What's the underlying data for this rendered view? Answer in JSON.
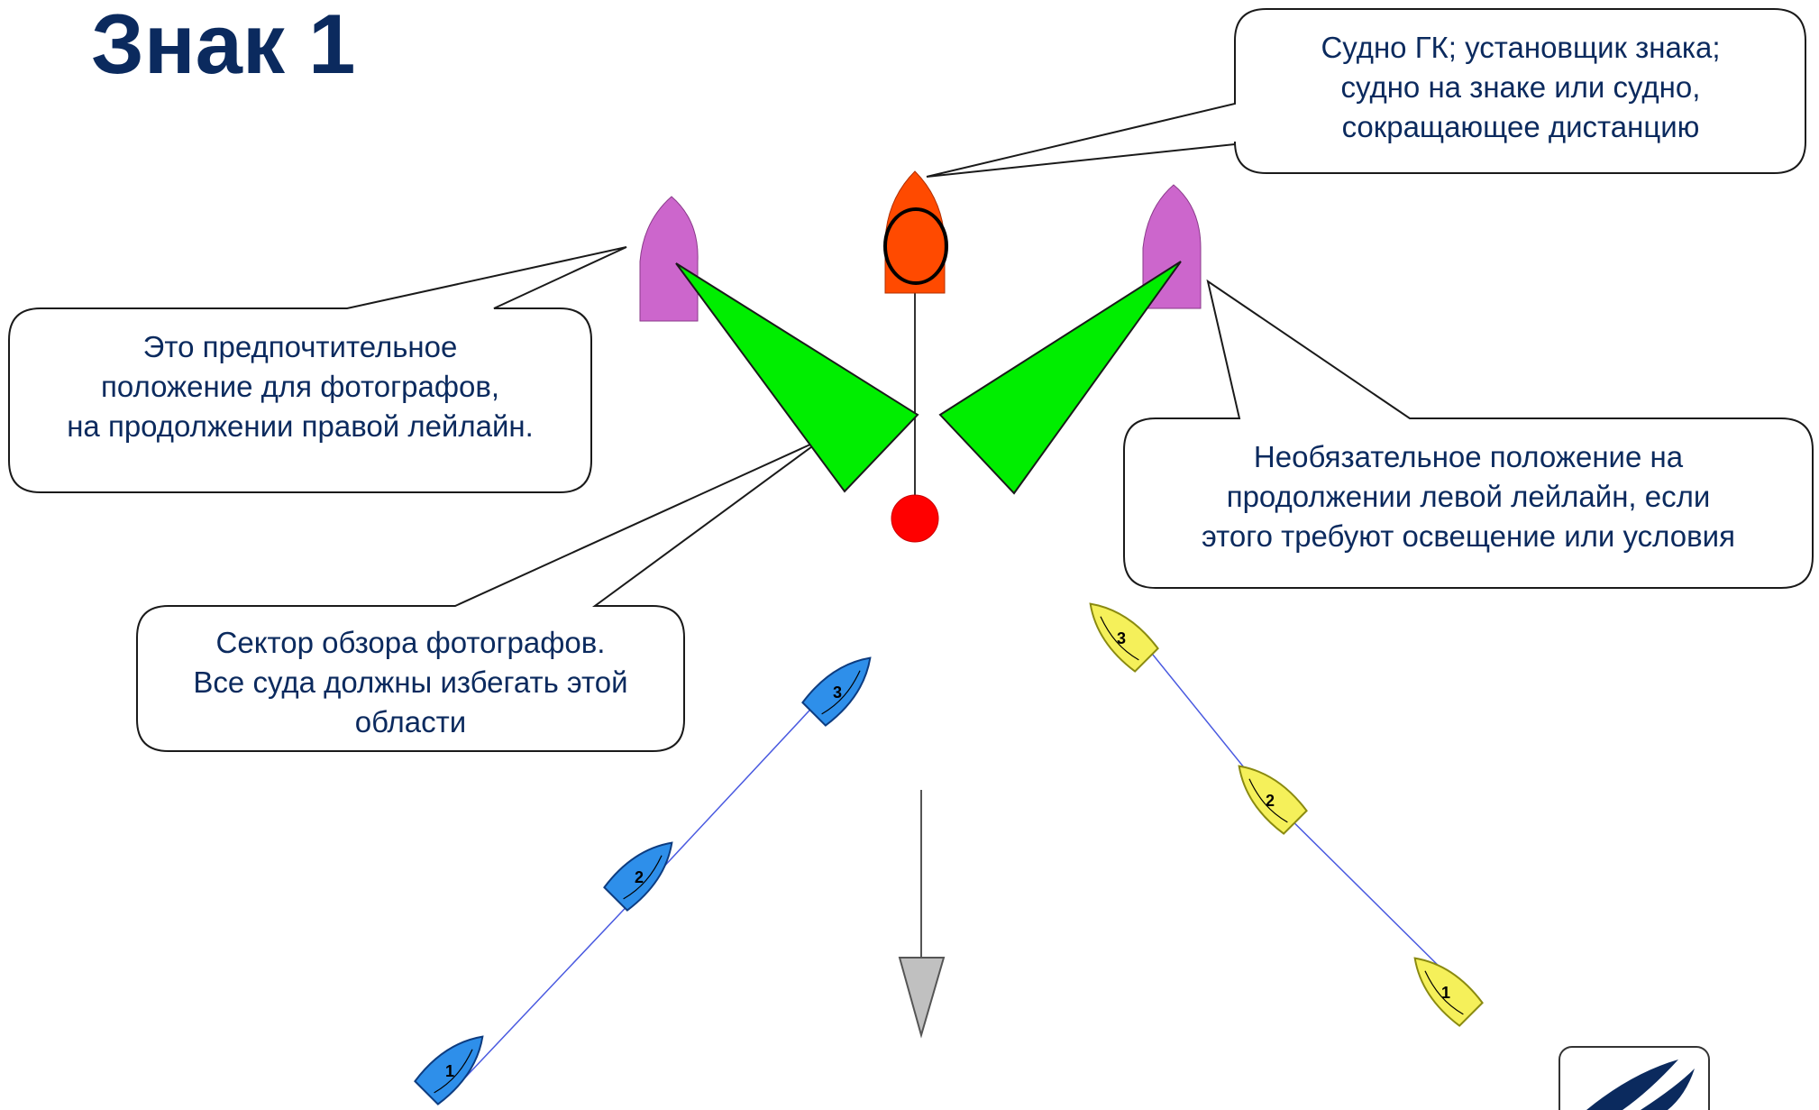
{
  "title": "Знак 1",
  "callouts": {
    "committee": {
      "lines": [
        "Судно ГК; установщик знака;",
        "судно на знаке или судно,",
        "сокращающее дистанцию"
      ]
    },
    "photographer_preferred": {
      "lines": [
        "Это предпочтительное",
        "положение для фотографов,",
        "на продолжении правой лейлайн."
      ]
    },
    "photographer_optional": {
      "lines": [
        "Необязательное положение на",
        "продолжении левой лейлайн, если",
        "этого требуют освещение или условия"
      ]
    },
    "viewing_sector": {
      "lines": [
        "Сектор обзора фотографов.",
        "Все суда должны избегать этой",
        "области"
      ]
    }
  },
  "boats": {
    "blue": {
      "color": "#2e8fea",
      "labels": [
        "1",
        "2",
        "3"
      ]
    },
    "yellow": {
      "color": "#f5f05a",
      "labels": [
        "1",
        "2",
        "3"
      ]
    }
  },
  "colors": {
    "title": "#0b2a5e",
    "committee_boat": "#ff4a00",
    "photo_boat": "#cc66cc",
    "view_sector": "#00ee00",
    "mark": "#ff0000",
    "wind_arrow": "#c0c0c0",
    "track_line": "#4a5ae0"
  },
  "icons": [
    "committee-boat-icon",
    "photo-boat-icon",
    "mark-buoy-icon",
    "wind-arrow-icon",
    "logo-icon"
  ]
}
